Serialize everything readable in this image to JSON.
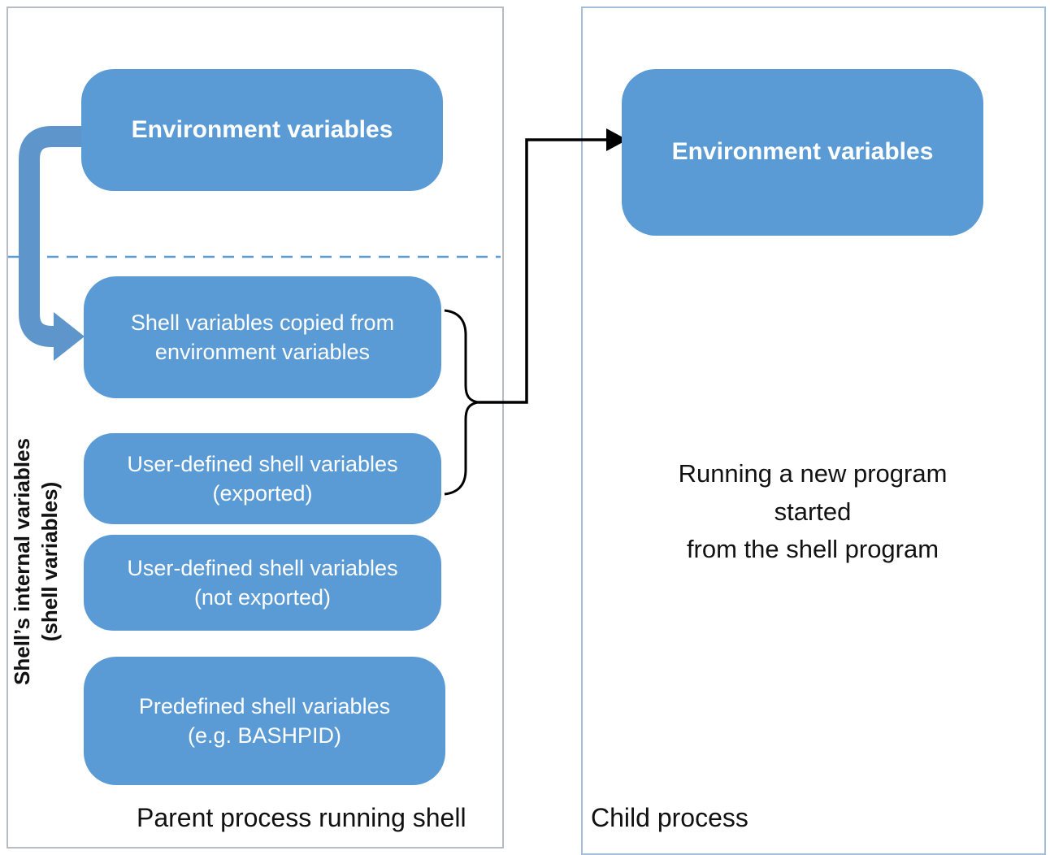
{
  "colors": {
    "box_blue": "#5b9bd5",
    "copy_arrow_blue": "#5e96cc",
    "dashed_line_blue": "#5b9bd5",
    "connector_black": "#000000",
    "parent_border": "#b6bcc1",
    "child_border": "#a3bed8"
  },
  "parent_panel": {
    "label": "Parent process running shell",
    "env_box": "Environment variables",
    "side_label": "Shell’s internal variables\n(shell variables)",
    "boxes": [
      "Shell variables copied from\nenvironment variables",
      "User-defined shell variables\n(exported)",
      "User-defined shell variables\n(not exported)",
      "Predefined shell variables\n(e.g. BASHPID)"
    ]
  },
  "child_panel": {
    "label": "Child process",
    "env_box": "Environment variables",
    "center_text": "Running a new program\nstarted\nfrom the shell program"
  }
}
